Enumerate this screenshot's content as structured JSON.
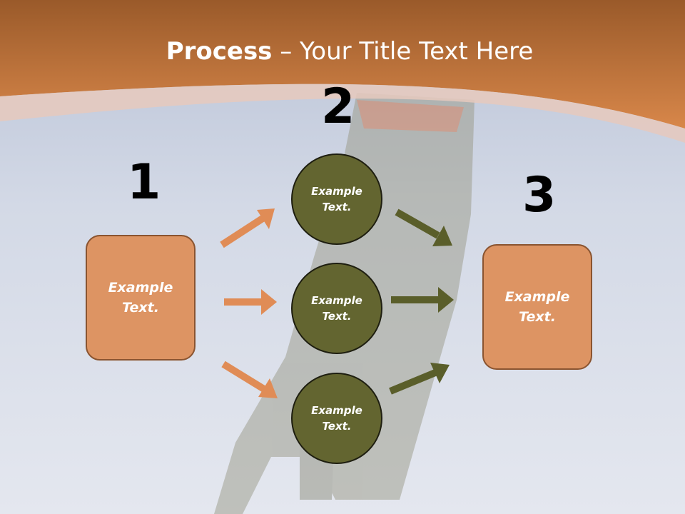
{
  "title": {
    "bold": "Process",
    "rest": " – Your Title Text Here"
  },
  "steps": [
    {
      "number": "1",
      "text_line1": "Example",
      "text_line2": "Text."
    },
    {
      "number": "2",
      "text_line1": "Example",
      "text_line2": "Text."
    },
    {
      "number": "3",
      "text_line1": "Example",
      "text_line2": "Text."
    }
  ],
  "circles": [
    {
      "text_line1": "Example",
      "text_line2": "Text."
    },
    {
      "text_line1": "Example",
      "text_line2": "Text."
    },
    {
      "text_line1": "Example",
      "text_line2": "Text."
    }
  ],
  "colors": {
    "header_orange": "#c8723a",
    "box_orange": "#dd9463",
    "circle_olive": "#636530",
    "arrow_orange": "#e08c56",
    "arrow_olive": "#5a5e2a"
  }
}
